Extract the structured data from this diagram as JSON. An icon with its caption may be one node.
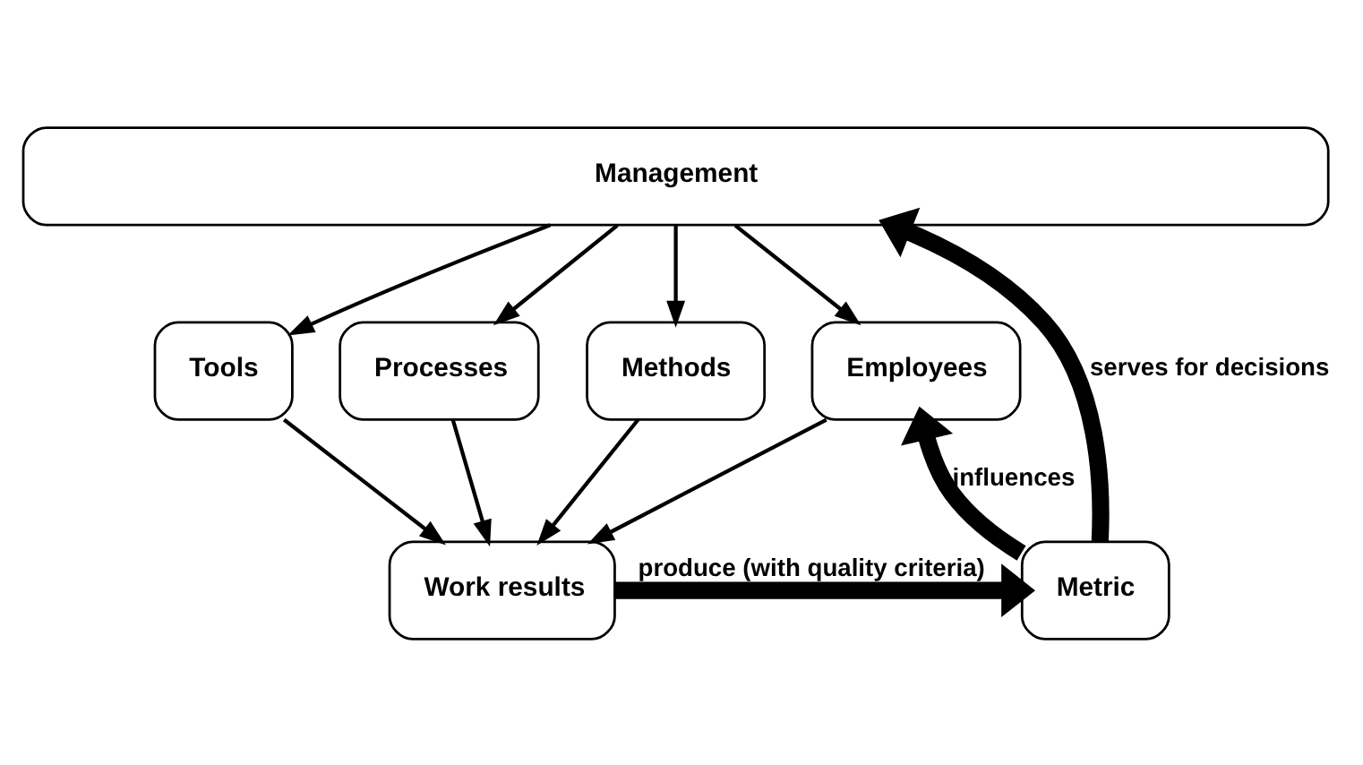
{
  "diagram": {
    "nodes": [
      {
        "text": [
          "Management"
        ]
      },
      {
        "text": [
          "Tools"
        ]
      },
      {
        "text": [
          "Processes"
        ]
      },
      {
        "text": [
          "Methods"
        ]
      },
      {
        "text": [
          "Employees"
        ]
      },
      {
        "text": [
          "Work results"
        ]
      },
      {
        "text": [
          "Metric"
        ]
      }
    ],
    "edges": [
      {
        "from": 0,
        "to": 1,
        "arrow": "to"
      },
      {
        "from": 0,
        "to": 2,
        "arrow": "to"
      },
      {
        "from": 0,
        "to": 3,
        "arrow": "to"
      },
      {
        "from": 0,
        "to": 4,
        "arrow": "to"
      },
      {
        "from": 1,
        "to": 5,
        "arrow": "to"
      },
      {
        "from": 2,
        "to": 5,
        "arrow": "to"
      },
      {
        "from": 3,
        "to": 5,
        "arrow": "to"
      },
      {
        "from": 4,
        "to": 5,
        "arrow": "to"
      },
      {
        "from": 5,
        "to": 6,
        "arrow": "to",
        "label": "produce (with quality criteria)",
        "style": "thick"
      },
      {
        "from": 6,
        "to": 4,
        "arrow": "to",
        "label": "influences",
        "style": "thick"
      },
      {
        "from": 6,
        "to": 0,
        "arrow": "to",
        "label": "serves for decisions",
        "style": "thick"
      }
    ]
  }
}
